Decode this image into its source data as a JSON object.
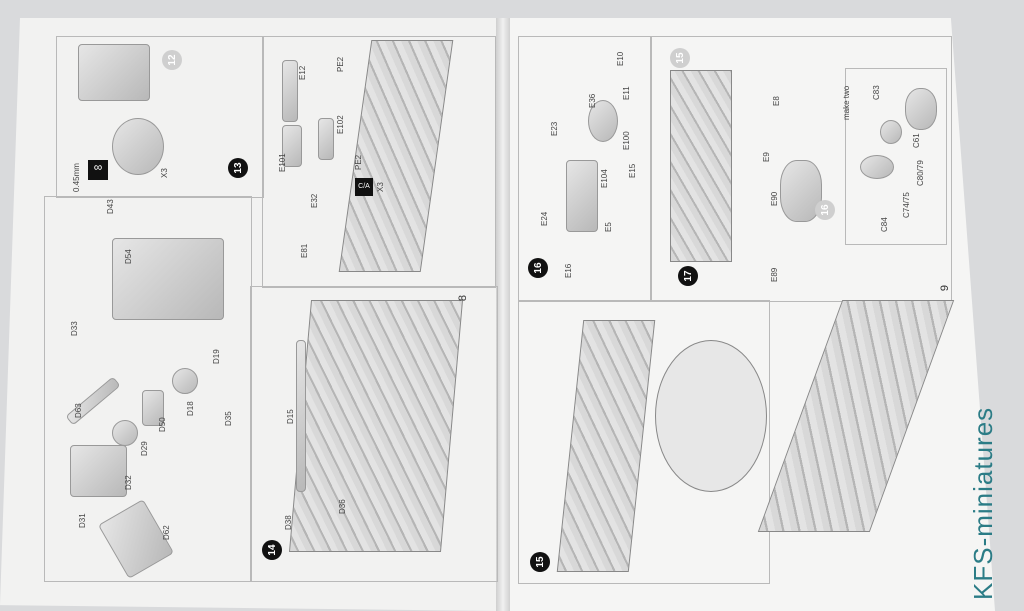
{
  "left_page": {
    "page_number": "8",
    "steps": [
      "12",
      "13",
      "14"
    ],
    "wire_note": "0.45mm",
    "labels": [
      "X3",
      "D43",
      "D54",
      "D33",
      "D19",
      "D18",
      "D35",
      "D50",
      "D29",
      "D63",
      "D32",
      "D31",
      "D62",
      "E12",
      "PE2",
      "E102",
      "E101",
      "PE2",
      "C/A",
      "X3",
      "E32",
      "E81",
      "D15",
      "D36",
      "D38"
    ]
  },
  "right_page": {
    "page_number": "9",
    "steps": [
      "16",
      "17",
      "15",
      "16"
    ],
    "labels": [
      "E10",
      "E11",
      "E36",
      "E23",
      "E100",
      "E15",
      "E104",
      "E24",
      "E5",
      "E16",
      "E8",
      "E9",
      "E90",
      "E89"
    ],
    "subassembly": {
      "note": "make two",
      "labels": [
        "C83",
        "C61",
        "C80/79",
        "C74/75",
        "C84"
      ]
    }
  },
  "watermark": "KFS-miniatures"
}
